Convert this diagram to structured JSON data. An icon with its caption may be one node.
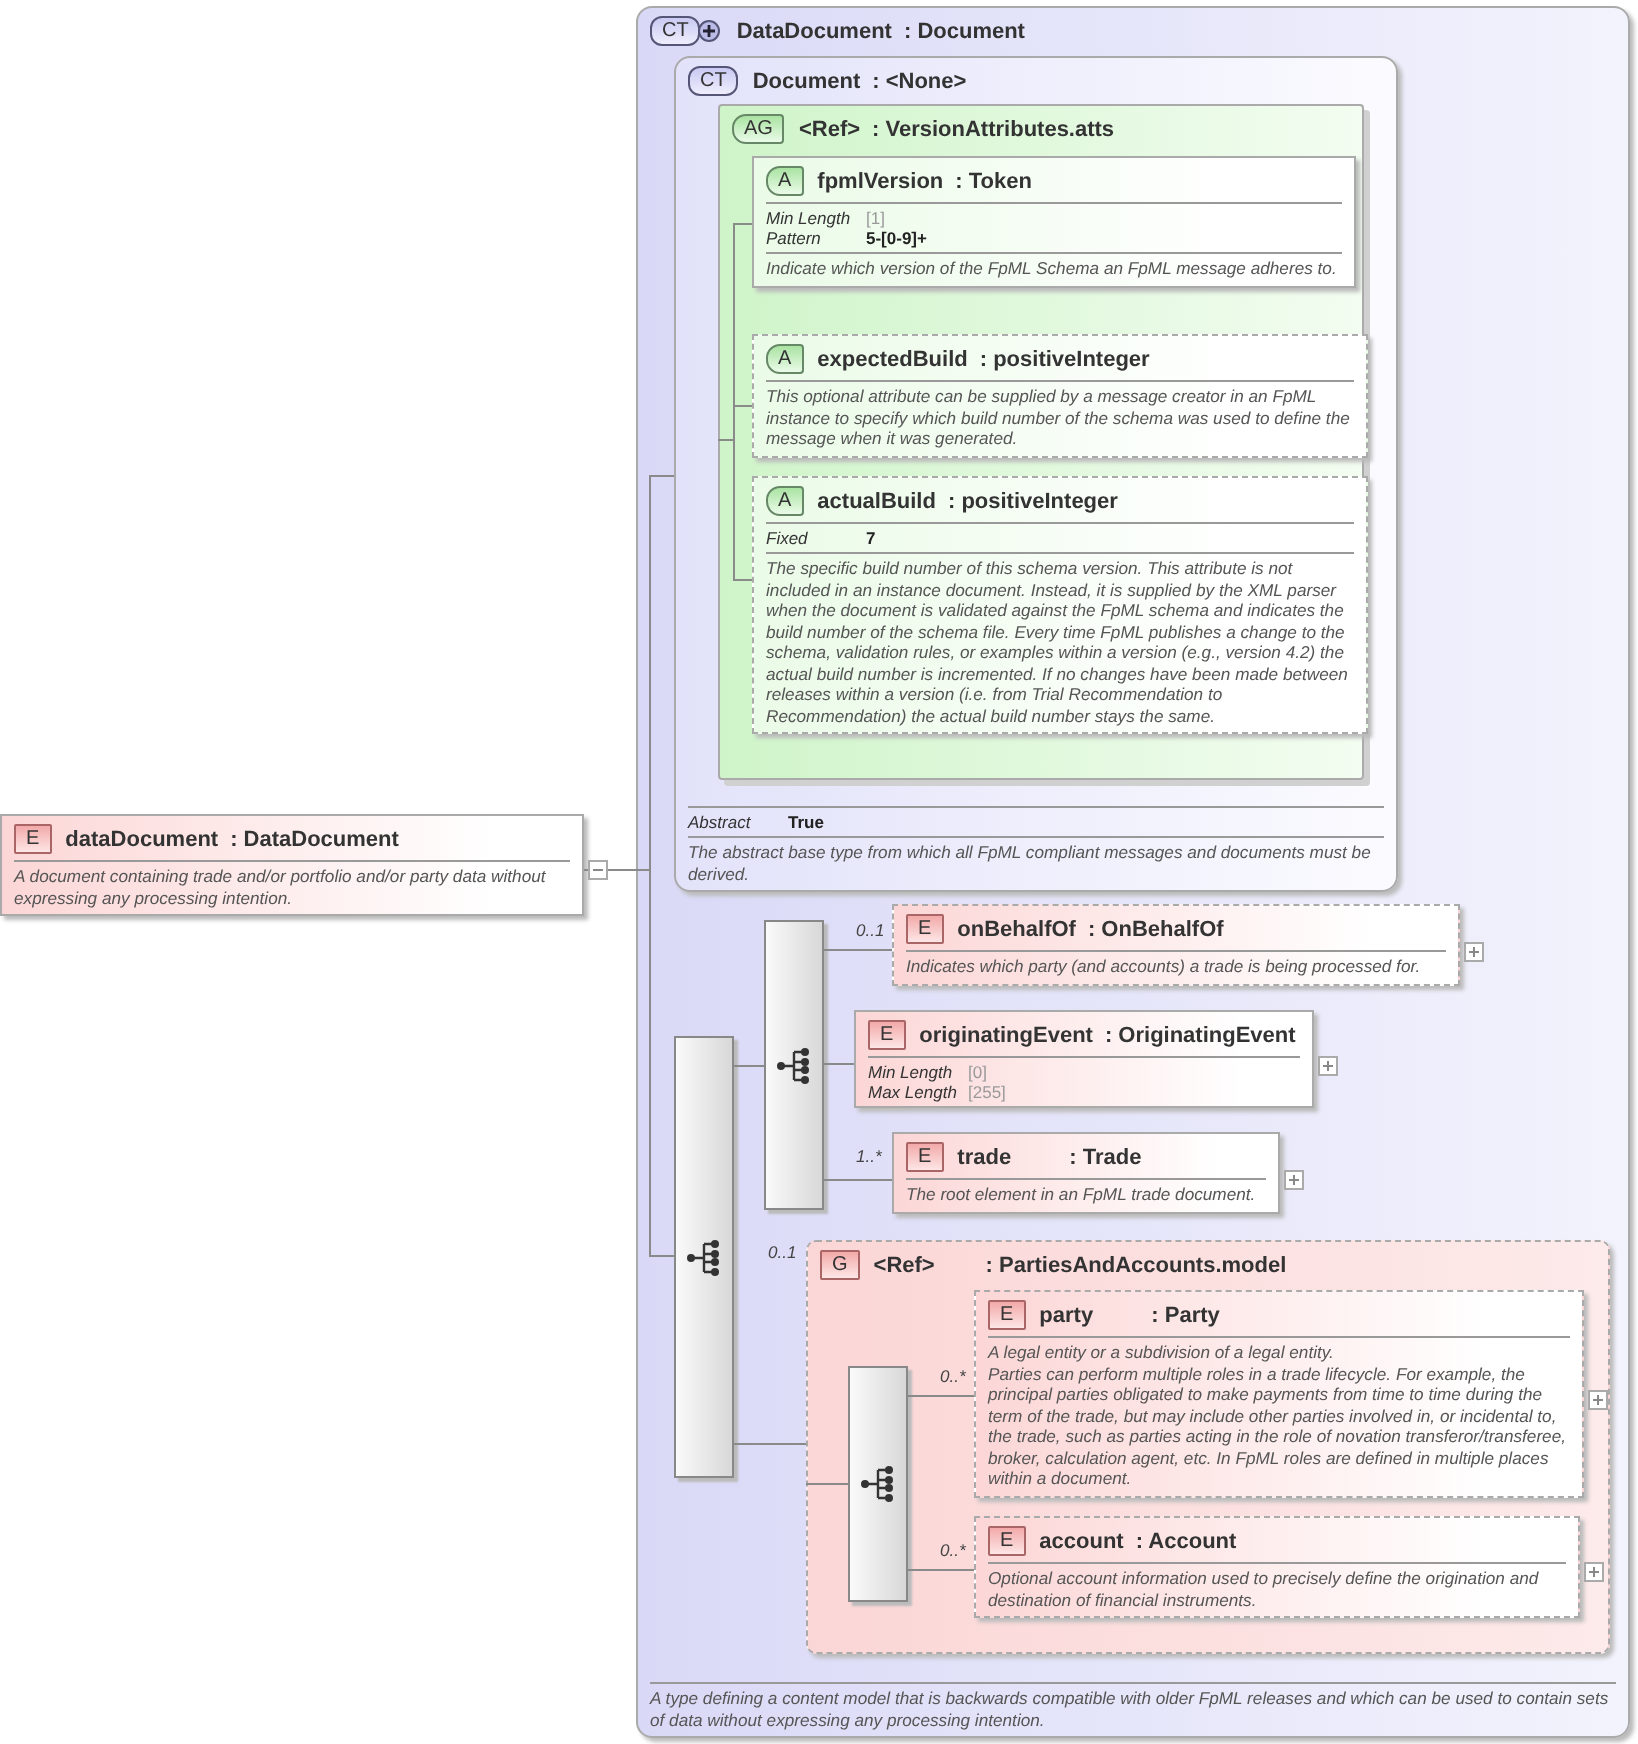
{
  "diagram": {
    "nodes": [
      {
        "text": [
          "E",
          "dataDocument",
          ": DataDocument",
          "A document containing trade and/or portfolio and/or party data without expressing any processing intention."
        ]
      },
      {
        "text": [
          "CT",
          "DataDocument",
          ": Document",
          "A type defining a content model that is backwards compatible with older FpML releases and which can be used to contain sets of data without expressing any processing intention."
        ]
      },
      {
        "text": [
          "CT",
          "Document",
          ": <None>",
          "Abstract",
          "True",
          "The abstract base type from which all FpML compliant messages and documents must be derived."
        ],
        "in": 1
      },
      {
        "text": [
          "AG",
          "<Ref>",
          ": VersionAttributes.atts"
        ],
        "in": 2
      },
      {
        "text": [
          "A",
          "fpmlVersion",
          ": Token",
          "Min Length",
          "[1]",
          "Pattern",
          "5-[0-9]+",
          "Indicate which version of the FpML Schema an FpML message adheres to."
        ],
        "in": 3
      },
      {
        "text": [
          "A",
          "expectedBuild",
          ": positiveInteger",
          "This optional attribute can be supplied by a message creator in an FpML instance to specify which build number of the schema was used to define the message when it was generated."
        ],
        "in": 3
      },
      {
        "text": [
          "A",
          "actualBuild",
          ": positiveInteger",
          "Fixed",
          "7",
          "The specific build number of this schema version. This attribute is not included in an instance document. Instead, it is supplied by the XML parser when the document is validated against the FpML schema and indicates the build number of the schema file. Every time FpML publishes a change to the schema, validation rules, or examples within a version (e.g., version 4.2) the actual build number is incremented. If no changes have been made between releases within a version (i.e. from Trial Recommendation to Recommendation) the actual build number stays the same."
        ],
        "in": 3
      },
      {
        "text": [],
        "shape": "box",
        "in": 1
      },
      {
        "text": [],
        "shape": "box",
        "in": 1
      },
      {
        "text": [
          "E",
          "onBehalfOf",
          ": OnBehalfOf",
          "Indicates which party (and accounts) a trade is being processed for."
        ],
        "in": 1,
        "beside": [
          "0..1"
        ]
      },
      {
        "text": [
          "E",
          "originatingEvent",
          ": OriginatingEvent",
          "Min Length",
          "[0]",
          "Max Length",
          "[255]"
        ],
        "in": 1
      },
      {
        "text": [
          "E",
          "trade",
          ": Trade",
          "The root element in an FpML trade document."
        ],
        "in": 1,
        "beside": [
          "1..*"
        ]
      },
      {
        "text": [
          "G",
          "<Ref>",
          ": PartiesAndAccounts.model"
        ],
        "in": 1,
        "beside": [
          "0..1"
        ]
      },
      {
        "text": [],
        "shape": "box",
        "in": 12
      },
      {
        "text": [
          "E",
          "party",
          ": Party",
          "A legal entity or a subdivision of a legal entity.",
          "Parties can perform multiple roles in a trade lifecycle. For example, the principal parties obligated to make payments from time to time during the term of the trade, but may include other parties involved in, or incidental to, the trade, such as parties acting in the role of novation transferor/transferee, broker, calculation agent, etc. In FpML roles are defined in multiple places within a document."
        ],
        "in": 12,
        "beside": [
          "0..*"
        ]
      },
      {
        "text": [
          "E",
          "account",
          ": Account",
          "Optional account information used to precisely define the origination and destination of financial instruments."
        ],
        "in": 12,
        "beside": [
          "0..*"
        ]
      }
    ],
    "edges": [
      {
        "from": 0,
        "to": 2,
        "arrow": "none"
      },
      {
        "from": 0,
        "to": 7,
        "arrow": "none"
      },
      {
        "from": 3,
        "to": 4,
        "arrow": "none"
      },
      {
        "from": 3,
        "to": 5,
        "arrow": "none"
      },
      {
        "from": 3,
        "to": 6,
        "arrow": "none"
      },
      {
        "from": 7,
        "to": 8,
        "arrow": "none"
      },
      {
        "from": 8,
        "to": 9,
        "arrow": "none"
      },
      {
        "from": 8,
        "to": 10,
        "arrow": "none"
      },
      {
        "from": 8,
        "to": 11,
        "arrow": "none"
      },
      {
        "from": 7,
        "to": 12,
        "arrow": "none"
      },
      {
        "from": 12,
        "to": 13,
        "arrow": "none"
      },
      {
        "from": 13,
        "to": 14,
        "arrow": "none"
      },
      {
        "from": 13,
        "to": 15,
        "arrow": "none"
      }
    ]
  }
}
